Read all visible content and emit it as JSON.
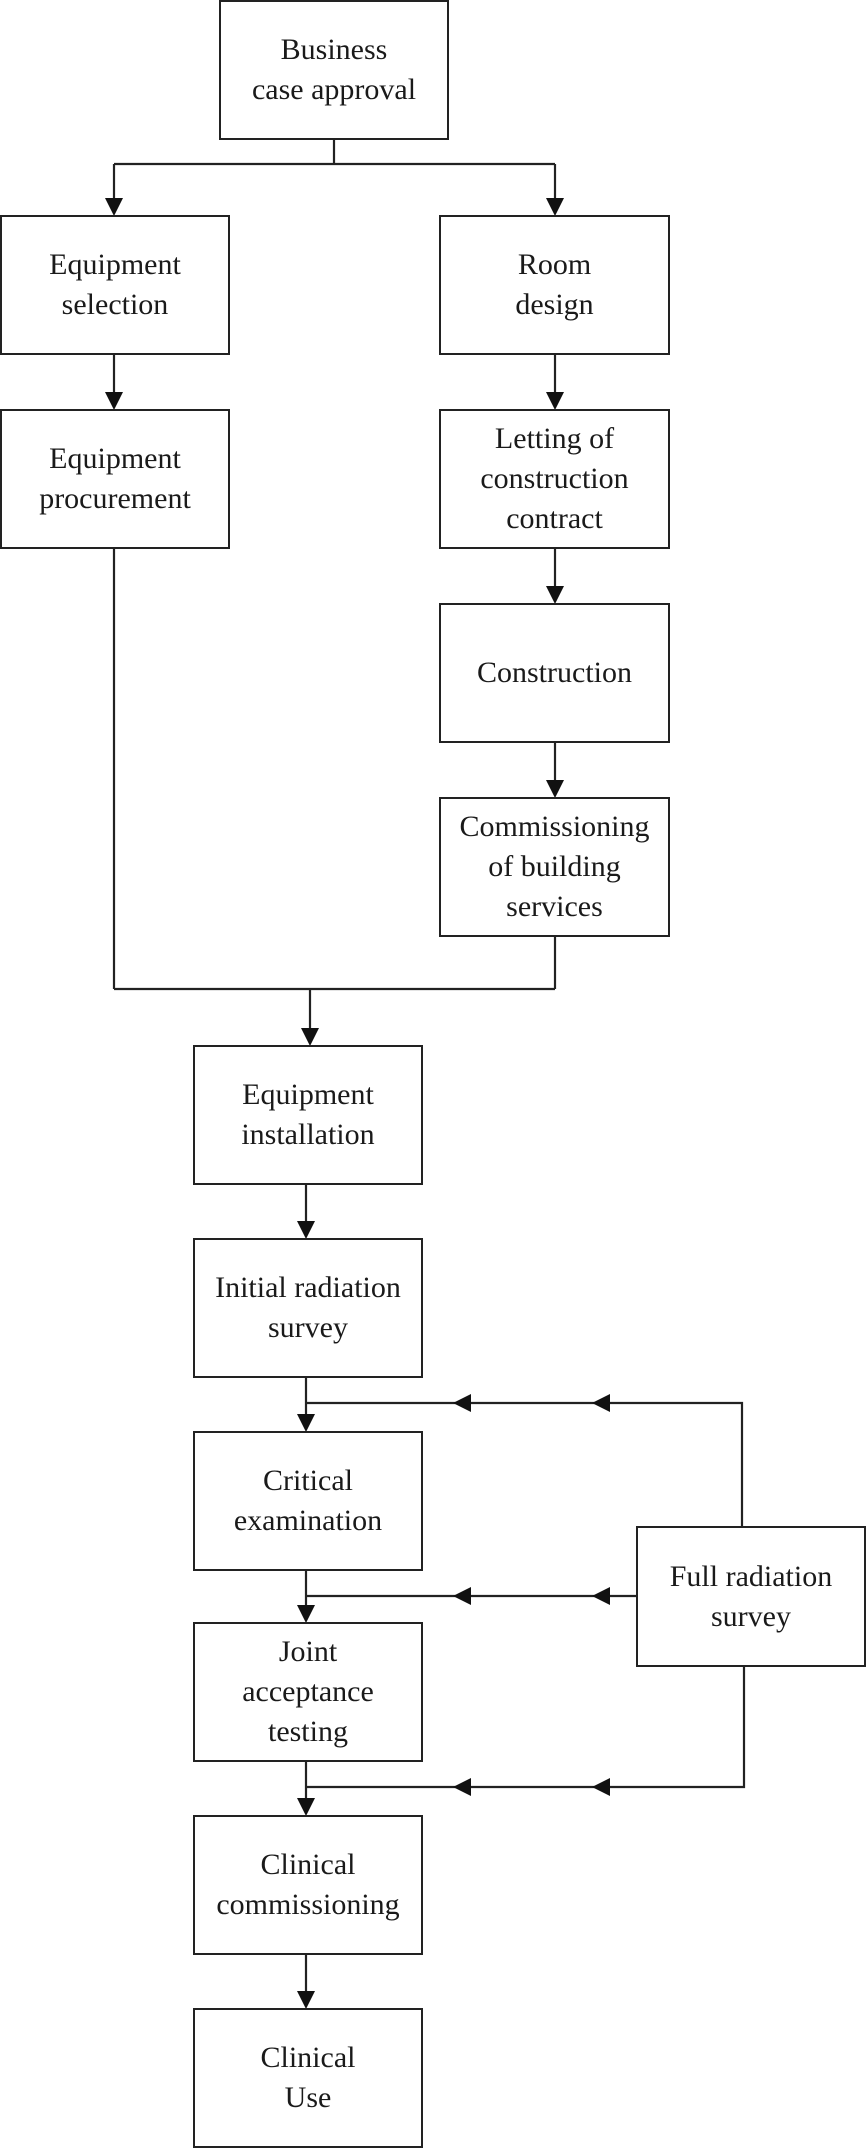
{
  "nodes": {
    "business_case_approval": "Business\ncase approval",
    "equipment_selection": "Equipment\nselection",
    "room_design": "Room\ndesign",
    "equipment_procurement": "Equipment\nprocurement",
    "letting_of_construction_contract": "Letting of\nconstruction\ncontract",
    "construction": "Construction",
    "commissioning_of_building_services": "Commissioning\nof building\nservices",
    "equipment_installation": "Equipment\ninstallation",
    "initial_radiation_survey": "Initial radiation\nsurvey",
    "critical_examination": "Critical\nexamination",
    "joint_acceptance_testing": "Joint\nacceptance\ntesting",
    "clinical_commissioning": "Clinical\ncommissioning",
    "clinical_use": "Clinical\nUse",
    "full_radiation_survey": "Full radiation\nsurvey"
  },
  "colors": {
    "line": "#222222",
    "arrowhead": "#111111",
    "box_border": "#222222",
    "text": "#1a1a1a",
    "background": "#ffffff"
  }
}
